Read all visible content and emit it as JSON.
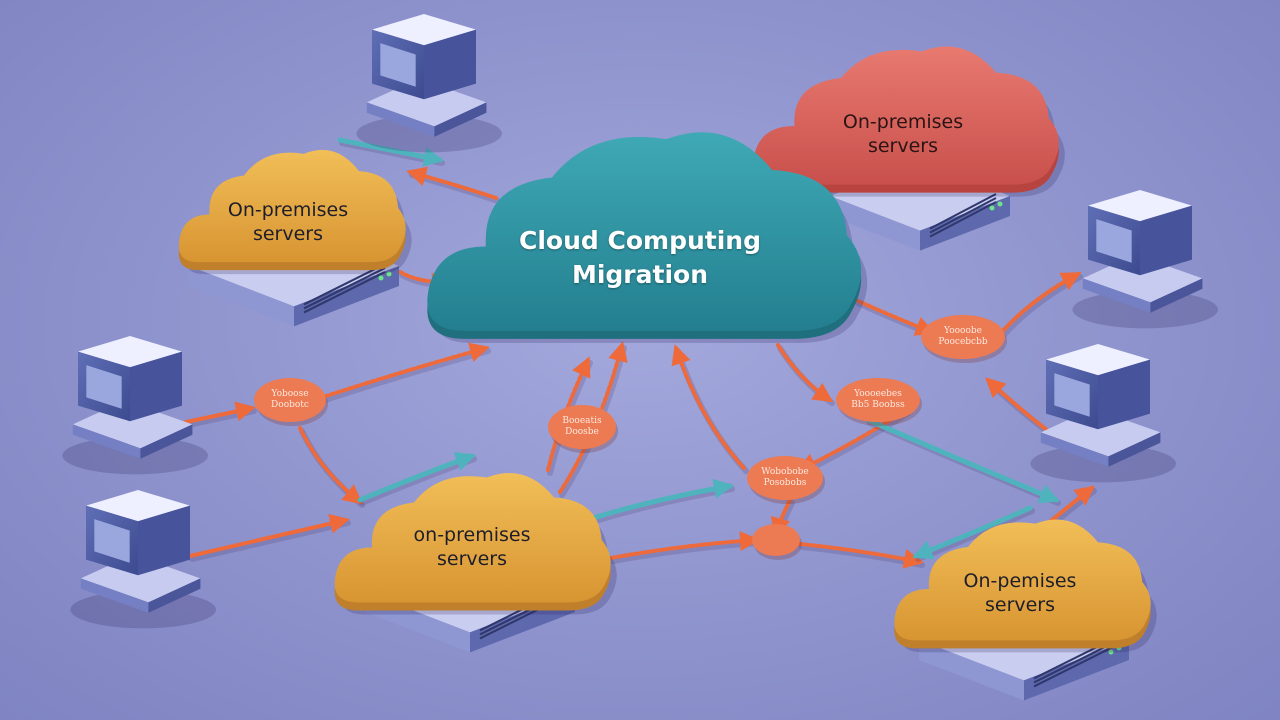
{
  "diagram": {
    "title_line1": "Cloud Computing",
    "title_line2": "Migration",
    "red_cloud": {
      "line1": "On-premises",
      "line2": "servers"
    },
    "clouds": [
      {
        "line1": "On-premises",
        "line2": "servers"
      },
      {
        "line1": "on-premises",
        "line2": "servers"
      },
      {
        "line1": "On-pemises",
        "line2": "servers"
      }
    ],
    "tags": [
      {
        "line1": "Yoboose",
        "line2": "Doobotc"
      },
      {
        "line1": "Booeatis",
        "line2": "Doosbe"
      },
      {
        "line1": "Wobobobe",
        "line2": "Posobobs"
      },
      {
        "line1": "Yoooeebes",
        "line2": "Bb5 Boobss"
      },
      {
        "line1": "Yoooobe",
        "line2": "Poocebcbb"
      }
    ]
  },
  "colors": {
    "background": "#8f94cf",
    "main_cloud": "#2e8f9f",
    "red_cloud": "#d9615a",
    "yellow_cloud": "#e0a43c",
    "arrow_orange": "#ee6a3a",
    "arrow_teal": "#4fb3bd",
    "tag_fill": "#ec7a52"
  },
  "icons": [
    "server-tower-icon",
    "rack-server-icon",
    "cloud-icon",
    "arrow-icon"
  ]
}
